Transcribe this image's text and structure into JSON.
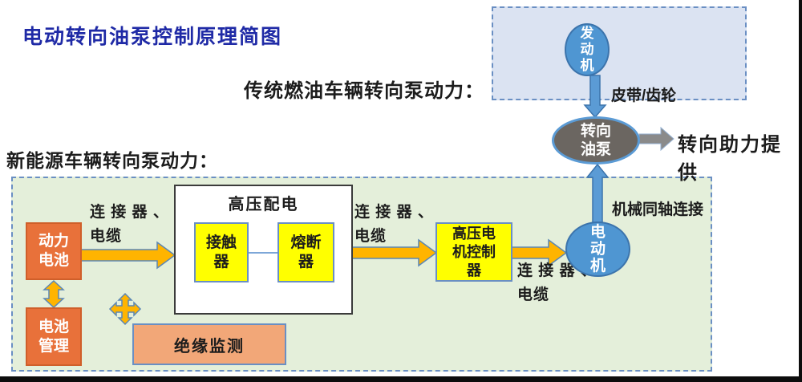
{
  "title": "电动转向油泵控制原理简图",
  "headings": {
    "traditional": "传统燃油车辆转向泵动力：",
    "new_energy": "新能源车辆转向泵动力："
  },
  "labels": {
    "belt_gear": "皮带/齿轮",
    "steering_assist": "转向助力提供",
    "mechanical_coaxial": "机械同轴连接",
    "connector_line1": "连 接 器 、",
    "connector_line2": "电缆"
  },
  "nodes": {
    "engine": "发\n动\n机",
    "steering_pump": "转向\n油泵",
    "power_battery": "动力\n电池",
    "battery_mgmt": "电池\n管理",
    "hv_distribution_title": "高压配电",
    "contactor": "接触\n器",
    "fuse": "熔断\n器",
    "motor_controller": "高压电\n机控制\n器",
    "motor": "电\n动\n机",
    "insulation_monitor": "绝缘监测"
  },
  "colors": {
    "title_text": "#1f2aa6",
    "arrow_orange": "#ffb400",
    "arrow_blue": "#5b9bd5",
    "arrow_gray": "#8a8a8a",
    "ellipse_blue": "#4f96d2",
    "pump_gray": "#6b6661",
    "box_orange": "#e8713a",
    "box_yellow": "#ffff00",
    "box_salmon": "#f2a778",
    "panel_blue_bg": "#dbe3f2",
    "panel_green_bg": "#e4efda"
  }
}
